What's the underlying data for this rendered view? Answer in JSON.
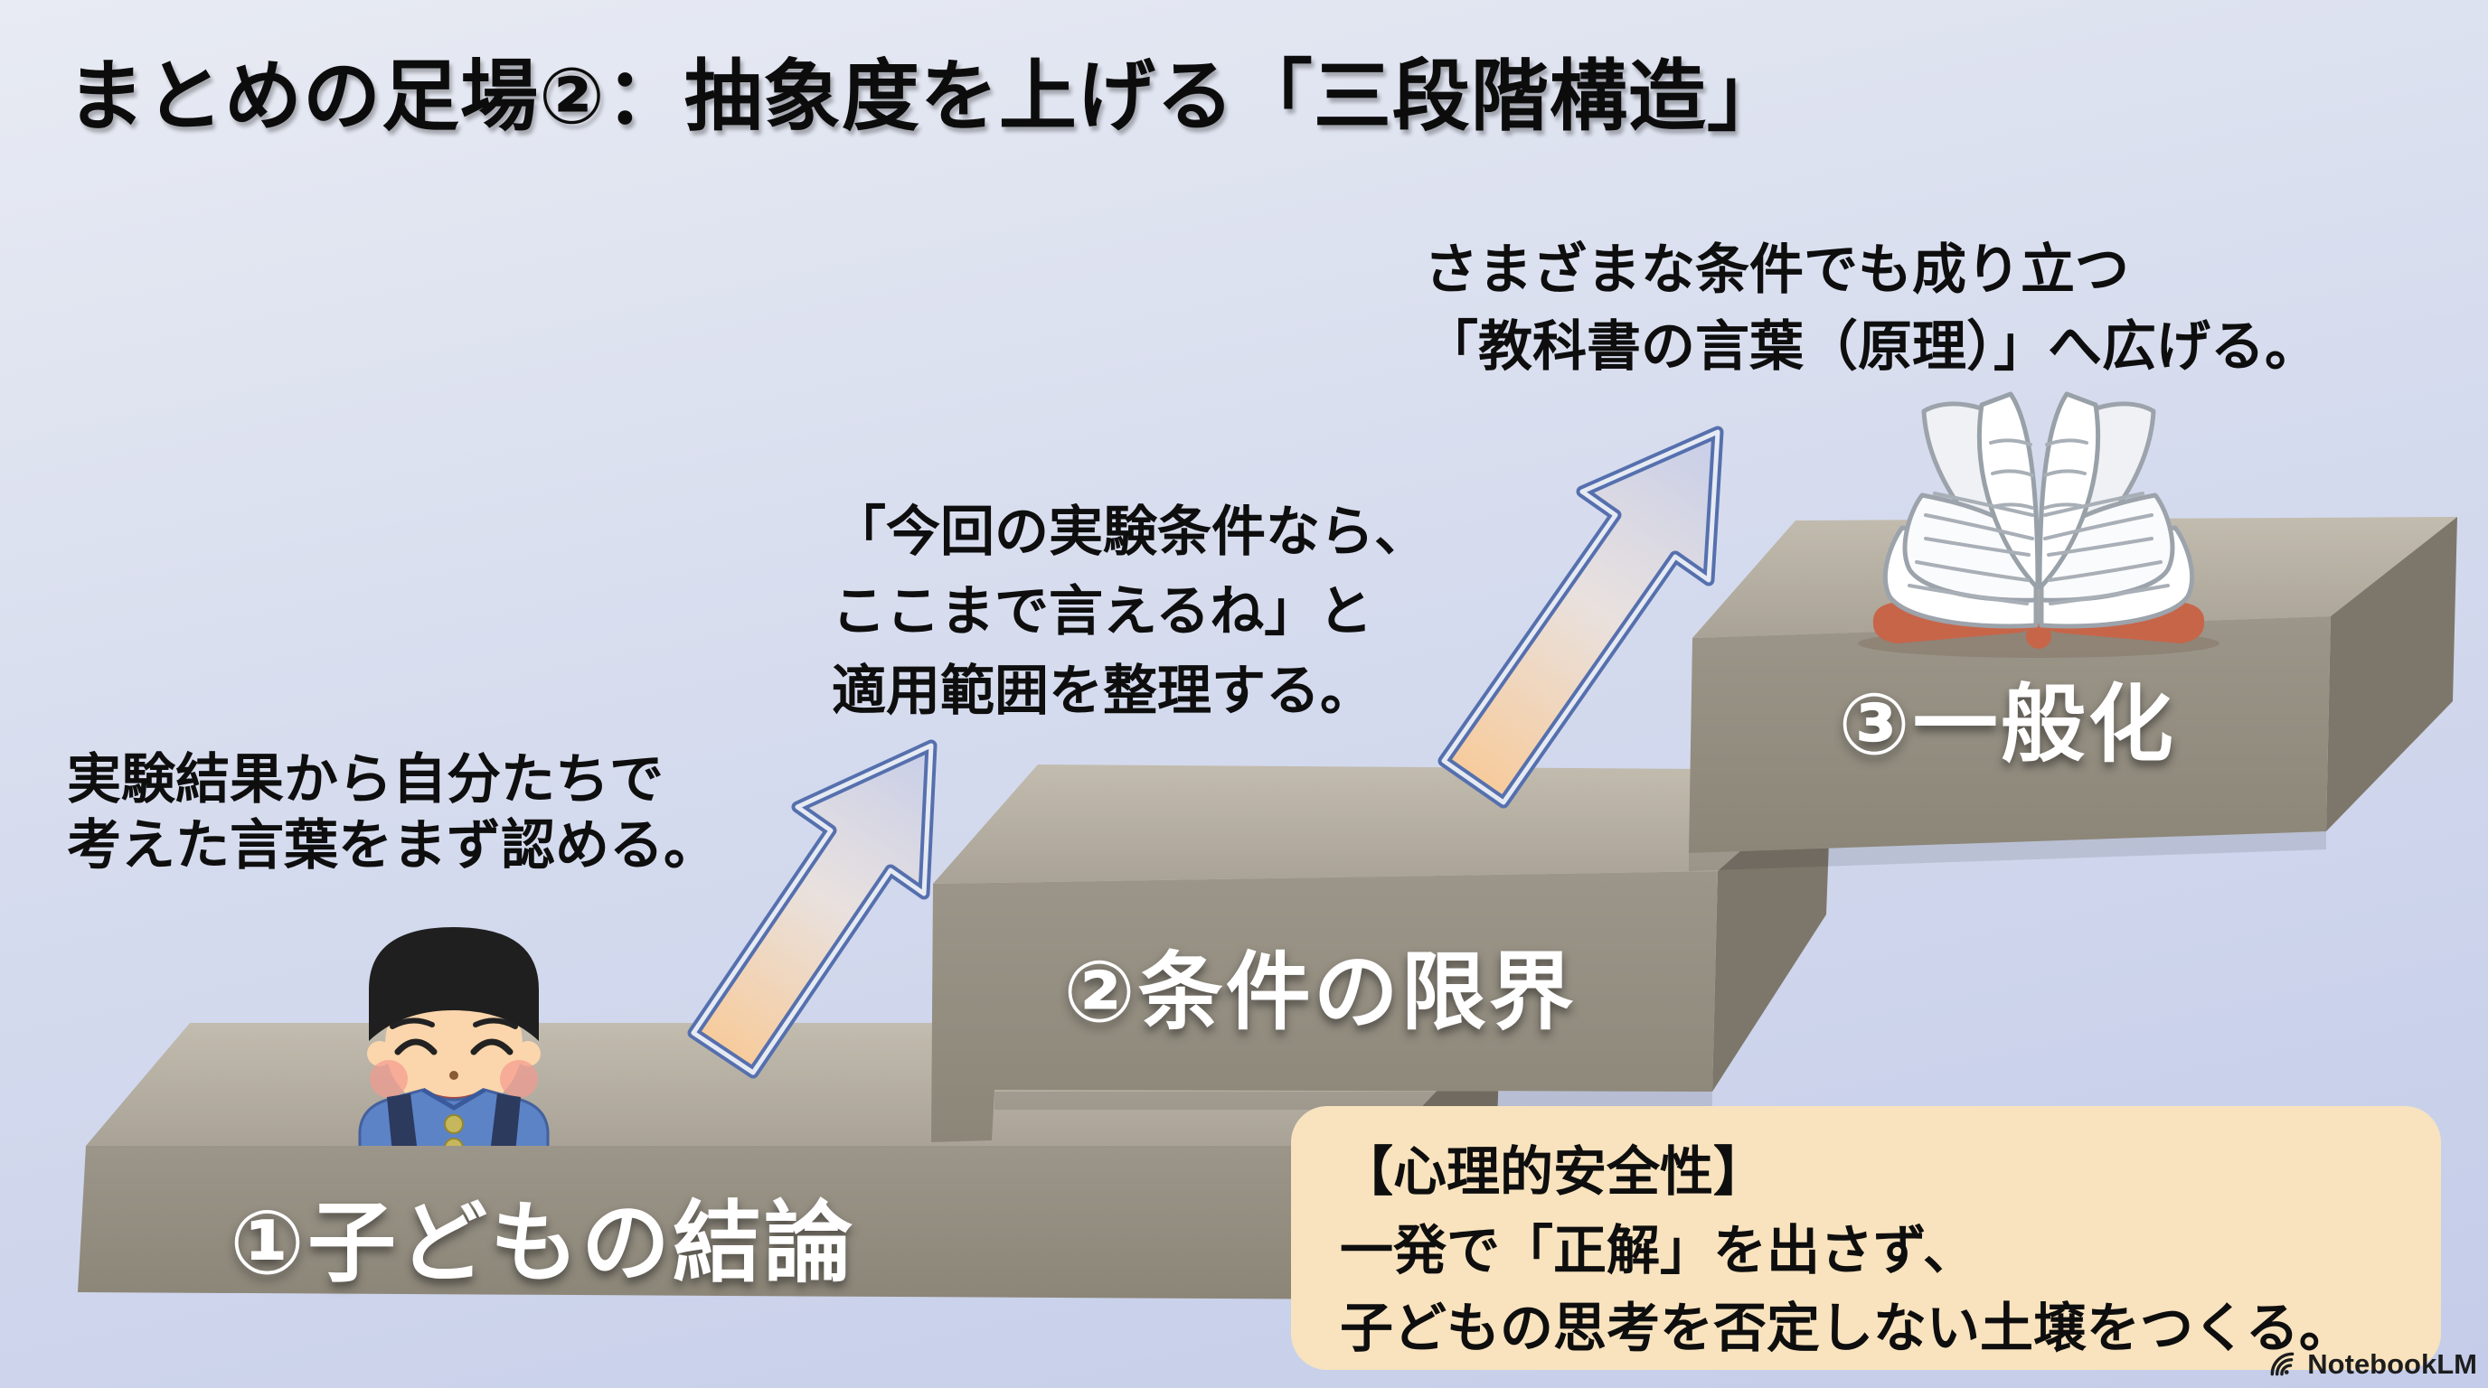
{
  "title": "まとめの足場②：抽象度を上げる「三段階構造」",
  "steps": [
    {
      "id": "1",
      "label": "①子どもの結論",
      "note_lines": [
        "実験結果から自分たちで",
        "考えた言葉をまず認める。"
      ]
    },
    {
      "id": "2",
      "label": "②条件の限界",
      "note_lines": [
        "「今回の実験条件なら、",
        "ここまで言えるね」と",
        "適用範囲を整理する。"
      ]
    },
    {
      "id": "3",
      "label": "③一般化",
      "note_lines": [
        "さまざまな条件でも成り立つ",
        "「教科書の言葉（原理）」へ広げる。"
      ]
    }
  ],
  "callout": {
    "lines": [
      "【心理的安全性】",
      "一発で「正解」を出さず、",
      "子どもの思考を否定しない土壌をつくる。"
    ]
  },
  "watermark": {
    "label": "NotebookLM"
  },
  "icons": [
    "smiling-student-boy-illustration",
    "open-book-illustration",
    "up-right-gradient-arrow-icon",
    "notebooklm-logo-icon"
  ],
  "colors": {
    "background_top": "#E8EBF3",
    "background_bottom": "#C4CCE9",
    "step_top_light": "#C2BCAF",
    "step_top_dark": "#A9A296",
    "step_front_light": "#9C968A",
    "step_front_dark": "#8C8678",
    "step_side": "#7D776B",
    "arrow_outline": "#5670AE",
    "arrow_warm": "#F7CB9B",
    "arrow_mid": "#E9E1DE",
    "arrow_cool": "#C7CEE9",
    "callout_bg": "#F8E3BE",
    "label_white": "#FFFFFF",
    "text_dark": "#111111",
    "book_cover": "#C76549",
    "boy_skin": "#FBD5AB",
    "boy_hair": "#1F1F1F",
    "boy_shirt": "#5C83C6",
    "boy_strap": "#2C3A5E",
    "boy_blush": "#F39A8F",
    "boy_button": "#C6B75C"
  }
}
